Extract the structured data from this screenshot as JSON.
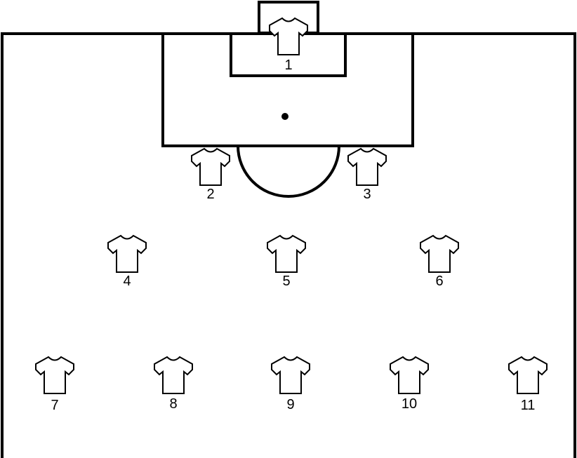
{
  "pitch": {
    "line_color": "#000000",
    "background": "#ffffff"
  },
  "players": [
    {
      "number": "1",
      "icon": "shirt-icon"
    },
    {
      "number": "2",
      "icon": "shirt-icon"
    },
    {
      "number": "3",
      "icon": "shirt-icon"
    },
    {
      "number": "4",
      "icon": "shirt-icon"
    },
    {
      "number": "5",
      "icon": "shirt-icon"
    },
    {
      "number": "6",
      "icon": "shirt-icon"
    },
    {
      "number": "7",
      "icon": "shirt-icon"
    },
    {
      "number": "8",
      "icon": "shirt-icon"
    },
    {
      "number": "9",
      "icon": "shirt-icon"
    },
    {
      "number": "10",
      "icon": "shirt-icon"
    },
    {
      "number": "11",
      "icon": "shirt-icon"
    }
  ]
}
